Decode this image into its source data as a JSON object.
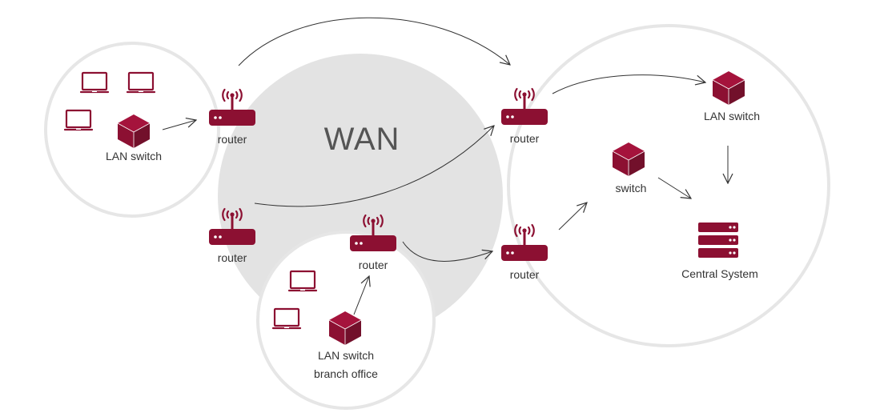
{
  "colors": {
    "device": "#8c1032",
    "wan_fill": "#e3e3e3",
    "zone_stroke": "#e6e6e6",
    "arrow": "#333333",
    "laptop": "#8c1032"
  },
  "wan": {
    "label": "WAN"
  },
  "zones": {
    "left_office": {
      "switch_label": "LAN switch",
      "router_label": "router"
    },
    "branch_office": {
      "switch_label_line1": "LAN switch",
      "switch_label_line2": "branch office",
      "router_label": "router"
    },
    "wan_router": {
      "label": "router"
    },
    "central": {
      "router_top_label": "router",
      "router_bottom_label": "router",
      "lan_switch_label": "LAN switch",
      "switch_label": "switch",
      "server_label": "Central System"
    }
  },
  "icons": {
    "laptop": "laptop-icon",
    "switch": "cube-switch-icon",
    "router": "router-icon",
    "server": "server-stack-icon"
  }
}
